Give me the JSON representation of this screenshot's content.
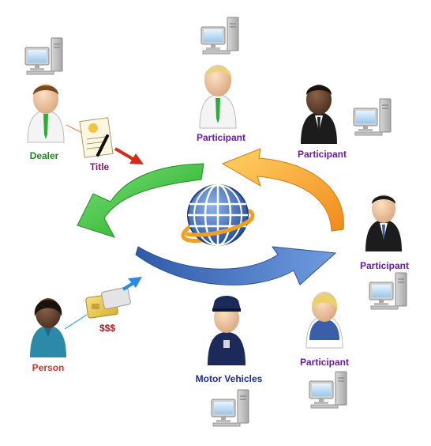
{
  "labels": {
    "dealer": "Dealer",
    "title": "Title",
    "participant_top": "Participant",
    "participant_top_right": "Participant",
    "participant_right": "Participant",
    "participant_bottom_right": "Participant",
    "motor_vehicles": "Motor Vehicles",
    "person": "Person",
    "money": "$$$"
  },
  "colors": {
    "dealer_label": "#1a8a1a",
    "title_label": "#8a1a6a",
    "participant_label": "#6a1aa8",
    "motor_vehicles_label": "#1a2aa8",
    "person_label": "#e03030",
    "money_label": "#b01a1a",
    "arrow_green": "#3cc93c",
    "arrow_orange": "#f5a623",
    "arrow_blue": "#4a78c8",
    "globe_blue": "#3a66b0",
    "globe_ring": "#f0a020"
  }
}
